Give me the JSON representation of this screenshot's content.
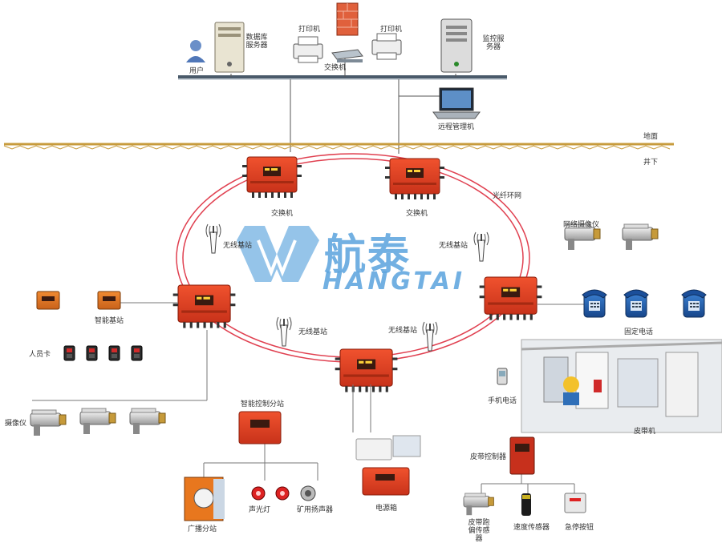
{
  "zones": {
    "surface": "地面",
    "underground": "井下"
  },
  "top": {
    "user": "用户",
    "web_server": "数据库服务器",
    "printer_left": "打印机",
    "printer_right": "打印机",
    "switch": "交换机",
    "app_server": "监控服务器",
    "laptop": "远程管理机"
  },
  "ring": {
    "switch_left": "交换机",
    "switch_right": "交换机",
    "fiber": "光纤环网",
    "watermark_cn": "航泰",
    "watermark_en": "HANGTAI"
  },
  "wireless": {
    "ap_upper_left": "无线基站",
    "ap_upper_right": "无线基站",
    "ap_lower_left": "无线基站",
    "ap_lower_right": "无线基站"
  },
  "left": {
    "substation": "智能基站",
    "card_reader": "人员卡",
    "camera": "摄像仪"
  },
  "right": {
    "cameras": "网络摄像仪",
    "phones": "固定电话",
    "mobile": "手机电话",
    "conveyor": "皮带机"
  },
  "bottom": {
    "control_station": "智能控制分站",
    "broadcast": "广播分站",
    "acoustic_light": "声光灯",
    "speaker": "矿用扬声器",
    "power_box": "电源箱",
    "belt_controller": "皮带控制器",
    "belt_camera": "皮带跑偏传感器",
    "speed_sensor": "速度传感器",
    "stop_switch": "急停按钮"
  },
  "colors": {
    "device_red": "#e8401f",
    "device_orange": "#e8771e",
    "phone_blue": "#1f5fb0",
    "ground": "#c79b3c",
    "ring_line": "#e04050",
    "watermark": "#5aa3dd"
  }
}
